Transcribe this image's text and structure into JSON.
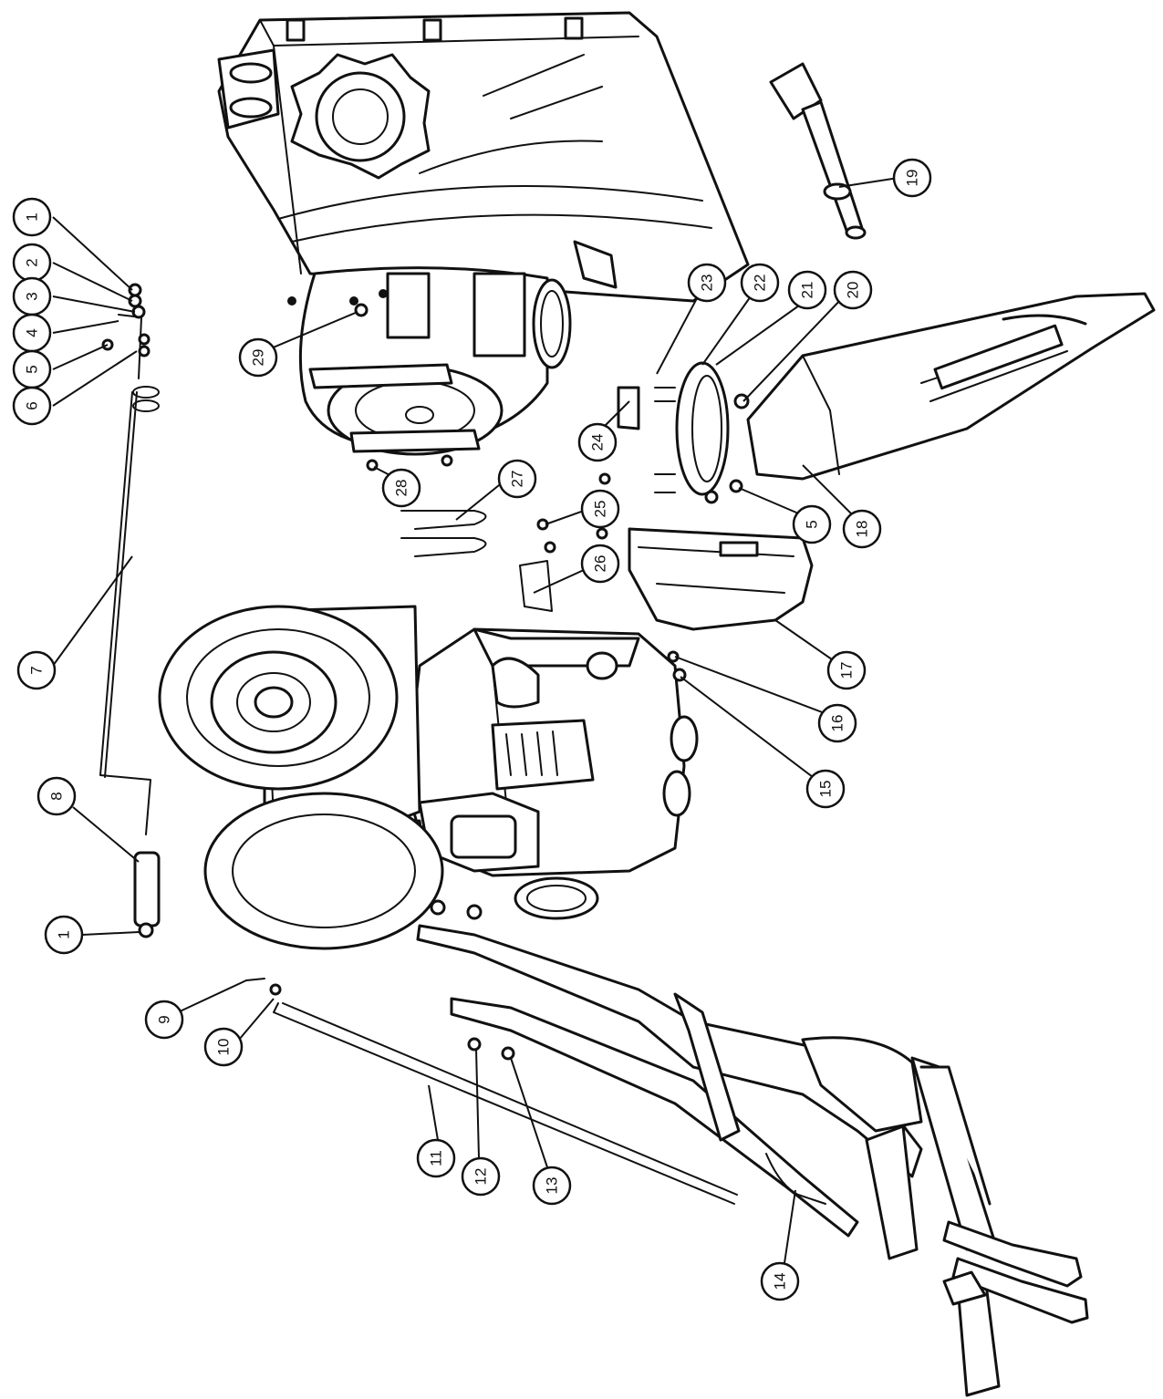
{
  "callouts": [
    {
      "id": "c1a",
      "label": "1"
    },
    {
      "id": "c2",
      "label": "2"
    },
    {
      "id": "c3",
      "label": "3"
    },
    {
      "id": "c4",
      "label": "4"
    },
    {
      "id": "c5a",
      "label": "5"
    },
    {
      "id": "c6",
      "label": "6"
    },
    {
      "id": "c7",
      "label": "7"
    },
    {
      "id": "c8",
      "label": "8"
    },
    {
      "id": "c1b",
      "label": "1"
    },
    {
      "id": "c9",
      "label": "9"
    },
    {
      "id": "c10",
      "label": "10"
    },
    {
      "id": "c11",
      "label": "11"
    },
    {
      "id": "c12",
      "label": "12"
    },
    {
      "id": "c13",
      "label": "13"
    },
    {
      "id": "c14",
      "label": "14"
    },
    {
      "id": "c15",
      "label": "15"
    },
    {
      "id": "c16",
      "label": "16"
    },
    {
      "id": "c17",
      "label": "17"
    },
    {
      "id": "c18",
      "label": "18"
    },
    {
      "id": "c5b",
      "label": "5"
    },
    {
      "id": "c19",
      "label": "19"
    },
    {
      "id": "c20",
      "label": "20"
    },
    {
      "id": "c21",
      "label": "21"
    },
    {
      "id": "c22",
      "label": "22"
    },
    {
      "id": "c23",
      "label": "23"
    },
    {
      "id": "c24",
      "label": "24"
    },
    {
      "id": "c25",
      "label": "25"
    },
    {
      "id": "c26",
      "label": "26"
    },
    {
      "id": "c27",
      "label": "27"
    },
    {
      "id": "c28",
      "label": "28"
    },
    {
      "id": "c29",
      "label": "29"
    }
  ]
}
